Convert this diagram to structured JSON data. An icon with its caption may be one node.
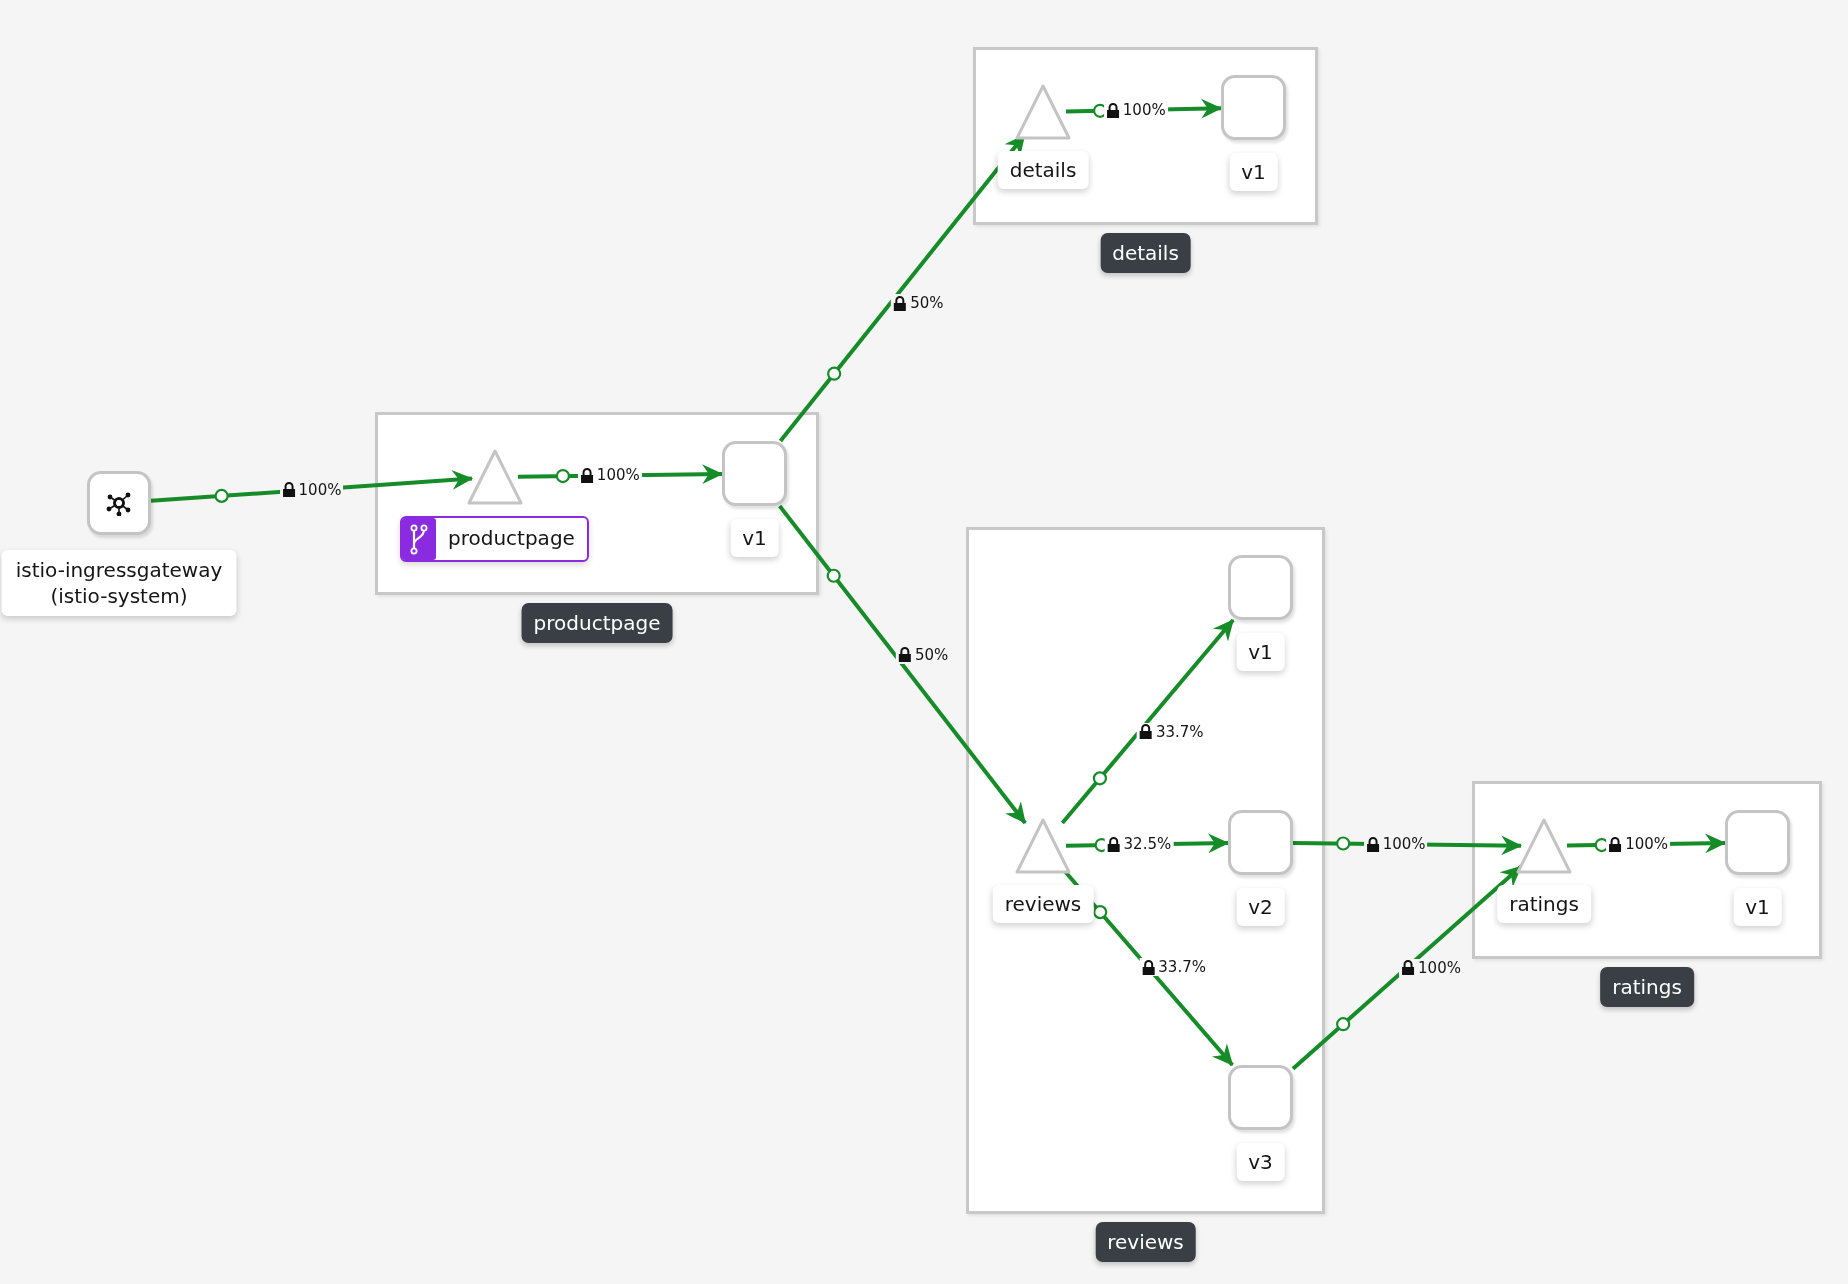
{
  "diagram": {
    "nodes": [
      {
        "text": [
          "istio-ingressgateway (istio-system)"
        ]
      },
      {
        "text": [
          "productpage"
        ]
      },
      {
        "text": [
          "productpage"
        ],
        "in": 1
      },
      {
        "text": [
          "v1"
        ],
        "in": 1
      },
      {
        "text": [
          "details"
        ]
      },
      {
        "text": [
          "details"
        ],
        "in": 4
      },
      {
        "text": [
          "v1"
        ],
        "in": 4
      },
      {
        "text": [
          "reviews"
        ]
      },
      {
        "text": [
          "reviews"
        ],
        "in": 7
      },
      {
        "text": [
          "v1"
        ],
        "in": 7
      },
      {
        "text": [
          "v2"
        ],
        "in": 7
      },
      {
        "text": [
          "v3"
        ],
        "in": 7
      },
      {
        "text": [
          "ratings"
        ]
      },
      {
        "text": [
          "ratings"
        ],
        "in": 12
      },
      {
        "text": [
          "v1"
        ],
        "in": 12
      }
    ],
    "edges": [
      {
        "from": 0,
        "to": 2,
        "arrow": "to",
        "label": "100%"
      },
      {
        "from": 2,
        "to": 3,
        "arrow": "to",
        "label": "100%"
      },
      {
        "from": 3,
        "to": 5,
        "arrow": "to",
        "label": "50%"
      },
      {
        "from": 3,
        "to": 8,
        "arrow": "to",
        "label": "50%"
      },
      {
        "from": 5,
        "to": 6,
        "arrow": "to",
        "label": "100%"
      },
      {
        "from": 8,
        "to": 9,
        "arrow": "to",
        "label": "33.7%"
      },
      {
        "from": 8,
        "to": 10,
        "arrow": "to",
        "label": "32.5%"
      },
      {
        "from": 8,
        "to": 11,
        "arrow": "to",
        "label": "33.7%"
      },
      {
        "from": 10,
        "to": 13,
        "arrow": "to",
        "label": "100%"
      },
      {
        "from": 11,
        "to": 13,
        "arrow": "to",
        "label": "100%"
      },
      {
        "from": 13,
        "to": 14,
        "arrow": "to",
        "label": "100%"
      }
    ]
  }
}
